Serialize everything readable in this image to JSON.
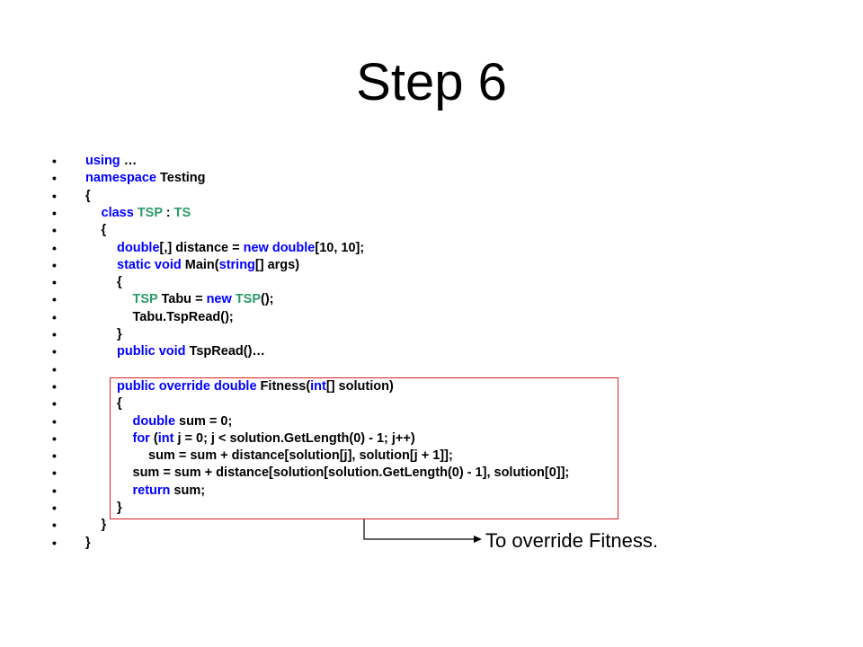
{
  "slide": {
    "title": "Step 6",
    "callout": "To override Fitness.",
    "colors": {
      "keyword": "#0000ff",
      "type": "#2b9a68",
      "plain": "#000000",
      "highlight_border": "#d9202a"
    },
    "code_lines": [
      {
        "indent": 0,
        "tokens": [
          {
            "t": "using",
            "c": "kw"
          },
          {
            "t": " …",
            "c": "pl"
          }
        ]
      },
      {
        "indent": 0,
        "tokens": [
          {
            "t": "namespace",
            "c": "kw"
          },
          {
            "t": " Testing",
            "c": "pl"
          }
        ]
      },
      {
        "indent": 0,
        "tokens": [
          {
            "t": "{",
            "c": "pl"
          }
        ]
      },
      {
        "indent": 1,
        "tokens": [
          {
            "t": "class",
            "c": "kw"
          },
          {
            "t": " ",
            "c": "pl"
          },
          {
            "t": "TSP",
            "c": "ty"
          },
          {
            "t": " : ",
            "c": "pl"
          },
          {
            "t": "TS",
            "c": "ty"
          }
        ]
      },
      {
        "indent": 1,
        "tokens": [
          {
            "t": "{",
            "c": "pl"
          }
        ]
      },
      {
        "indent": 2,
        "tokens": [
          {
            "t": "double",
            "c": "kw"
          },
          {
            "t": "[,] distance = ",
            "c": "pl"
          },
          {
            "t": "new",
            "c": "kw"
          },
          {
            "t": " ",
            "c": "pl"
          },
          {
            "t": "double",
            "c": "kw"
          },
          {
            "t": "[10, 10];",
            "c": "pl"
          }
        ]
      },
      {
        "indent": 2,
        "tokens": [
          {
            "t": "static",
            "c": "kw"
          },
          {
            "t": " ",
            "c": "pl"
          },
          {
            "t": "void",
            "c": "kw"
          },
          {
            "t": " Main(",
            "c": "pl"
          },
          {
            "t": "string",
            "c": "kw"
          },
          {
            "t": "[] args)",
            "c": "pl"
          }
        ]
      },
      {
        "indent": 2,
        "tokens": [
          {
            "t": "{",
            "c": "pl"
          }
        ]
      },
      {
        "indent": 3,
        "tokens": [
          {
            "t": "TSP",
            "c": "ty"
          },
          {
            "t": " Tabu = ",
            "c": "pl"
          },
          {
            "t": "new",
            "c": "kw"
          },
          {
            "t": " ",
            "c": "pl"
          },
          {
            "t": "TSP",
            "c": "ty"
          },
          {
            "t": "();",
            "c": "pl"
          }
        ]
      },
      {
        "indent": 3,
        "tokens": [
          {
            "t": "Tabu.TspRead();",
            "c": "pl"
          }
        ]
      },
      {
        "indent": 2,
        "tokens": [
          {
            "t": "}",
            "c": "pl"
          }
        ]
      },
      {
        "indent": 2,
        "tokens": [
          {
            "t": "public",
            "c": "kw"
          },
          {
            "t": " ",
            "c": "pl"
          },
          {
            "t": "void",
            "c": "kw"
          },
          {
            "t": " TspRead()…",
            "c": "pl"
          }
        ]
      },
      {
        "indent": 0,
        "tokens": []
      },
      {
        "indent": 2,
        "tokens": [
          {
            "t": "public",
            "c": "kw"
          },
          {
            "t": " ",
            "c": "pl"
          },
          {
            "t": "override",
            "c": "kw"
          },
          {
            "t": " ",
            "c": "pl"
          },
          {
            "t": "double",
            "c": "kw"
          },
          {
            "t": " Fitness(",
            "c": "pl"
          },
          {
            "t": "int",
            "c": "kw"
          },
          {
            "t": "[] solution)",
            "c": "pl"
          }
        ]
      },
      {
        "indent": 2,
        "tokens": [
          {
            "t": "{",
            "c": "pl"
          }
        ]
      },
      {
        "indent": 3,
        "tokens": [
          {
            "t": "double",
            "c": "kw"
          },
          {
            "t": " sum = 0;",
            "c": "pl"
          }
        ]
      },
      {
        "indent": 3,
        "tokens": [
          {
            "t": "for",
            "c": "kw"
          },
          {
            "t": " (",
            "c": "pl"
          },
          {
            "t": "int",
            "c": "kw"
          },
          {
            "t": " j = 0; j < solution.GetLength(0) - 1; j++)",
            "c": "pl"
          }
        ]
      },
      {
        "indent": 4,
        "tokens": [
          {
            "t": "sum = sum + distance[solution[j], solution[j + 1]];",
            "c": "pl"
          }
        ]
      },
      {
        "indent": 3,
        "tokens": [
          {
            "t": "sum = sum + distance[solution[solution.GetLength(0) - 1], solution[0]];",
            "c": "pl"
          }
        ]
      },
      {
        "indent": 3,
        "tokens": [
          {
            "t": "return",
            "c": "kw"
          },
          {
            "t": " sum;",
            "c": "pl"
          }
        ]
      },
      {
        "indent": 2,
        "tokens": [
          {
            "t": "}",
            "c": "pl"
          }
        ]
      },
      {
        "indent": 1,
        "tokens": [
          {
            "t": "}",
            "c": "pl"
          }
        ]
      },
      {
        "indent": 0,
        "tokens": [
          {
            "t": "}",
            "c": "pl"
          }
        ]
      }
    ],
    "bullet_glyph": "•"
  }
}
